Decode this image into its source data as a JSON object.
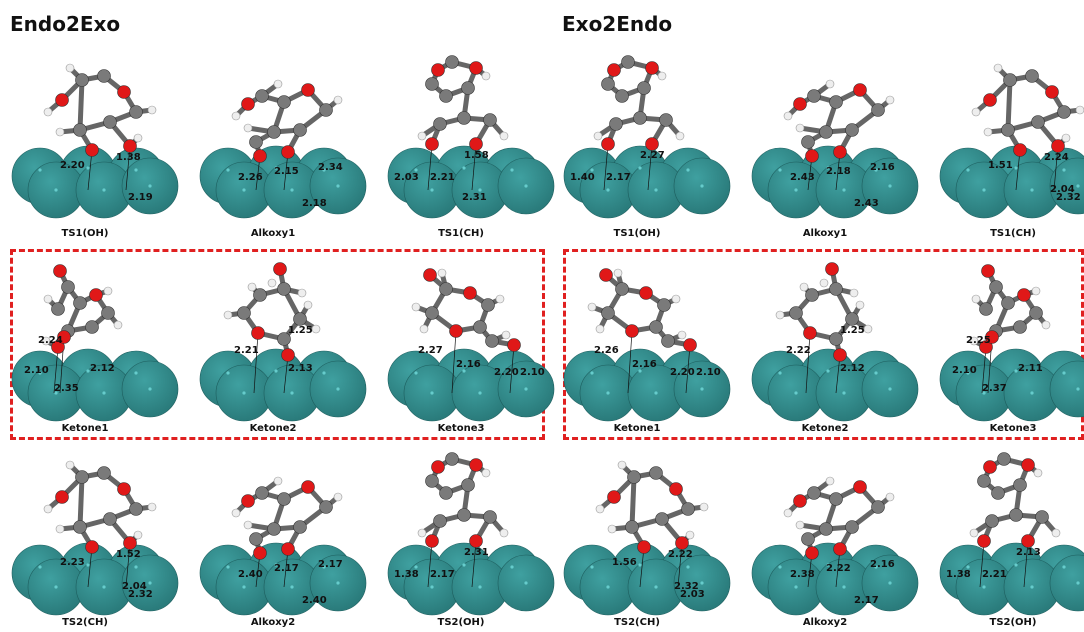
{
  "panels": [
    {
      "title": "Endo2Exo",
      "rows": [
        [
          {
            "label": "TS1(OH)",
            "distances": [
              "2.20",
              "1.38",
              "2.19"
            ],
            "style": "a"
          },
          {
            "label": "Alkoxy1",
            "distances": [
              "2.26",
              "2.15",
              "2.34",
              "2.18"
            ],
            "style": "b"
          },
          {
            "label": "TS1(CH)",
            "distances": [
              "2.03",
              "2.21",
              "1.58",
              "2.31"
            ],
            "style": "c"
          }
        ],
        [
          {
            "label": "Ketone1",
            "distances": [
              "2.24",
              "2.10",
              "2.12",
              "2.35"
            ],
            "style": "d"
          },
          {
            "label": "Ketone2",
            "distances": [
              "2.21",
              "1.25",
              "2.13"
            ],
            "style": "e"
          },
          {
            "label": "Ketone3",
            "distances": [
              "2.27",
              "2.16",
              "2.20",
              "2.10"
            ],
            "style": "f"
          }
        ],
        [
          {
            "label": "TS2(CH)",
            "distances": [
              "2.23",
              "1.52",
              "2.32",
              "2.04"
            ],
            "style": "a"
          },
          {
            "label": "Alkoxy2",
            "distances": [
              "2.40",
              "2.17",
              "2.17",
              "2.40"
            ],
            "style": "b"
          },
          {
            "label": "TS2(OH)",
            "distances": [
              "1.38",
              "2.17",
              "2.31"
            ],
            "style": "c"
          }
        ]
      ]
    },
    {
      "title": "Exo2Endo",
      "rows": [
        [
          {
            "label": "TS1(OH)",
            "distances": [
              "1.40",
              "2.17",
              "2.27"
            ],
            "style": "c"
          },
          {
            "label": "Alkoxy1",
            "distances": [
              "2.43",
              "2.18",
              "2.16",
              "2.43"
            ],
            "style": "b"
          },
          {
            "label": "TS1(CH)",
            "distances": [
              "1.51",
              "2.24",
              "2.32",
              "2.04"
            ],
            "style": "a"
          }
        ],
        [
          {
            "label": "Ketone1",
            "distances": [
              "2.26",
              "2.16",
              "2.20",
              "2.10"
            ],
            "style": "f"
          },
          {
            "label": "Ketone2",
            "distances": [
              "2.22",
              "1.25",
              "2.12"
            ],
            "style": "e"
          },
          {
            "label": "Ketone3",
            "distances": [
              "2.25",
              "2.10",
              "2.11",
              "2.37"
            ],
            "style": "d"
          }
        ],
        [
          {
            "label": "TS2(CH)",
            "distances": [
              "1.56",
              "2.22",
              "2.03",
              "2.32"
            ],
            "style": "a"
          },
          {
            "label": "Alkoxy2",
            "distances": [
              "2.38",
              "2.22",
              "2.16",
              "2.17"
            ],
            "style": "b"
          },
          {
            "label": "TS2(OH)",
            "distances": [
              "1.38",
              "2.21",
              "2.13"
            ],
            "style": "c"
          }
        ]
      ]
    }
  ],
  "colors": {
    "surface": "#2a7b7b",
    "carbon": "#7a7a7a",
    "oxygen": "#e01818",
    "hydrogen": "#eeeeee",
    "highlight": "#e02020"
  }
}
